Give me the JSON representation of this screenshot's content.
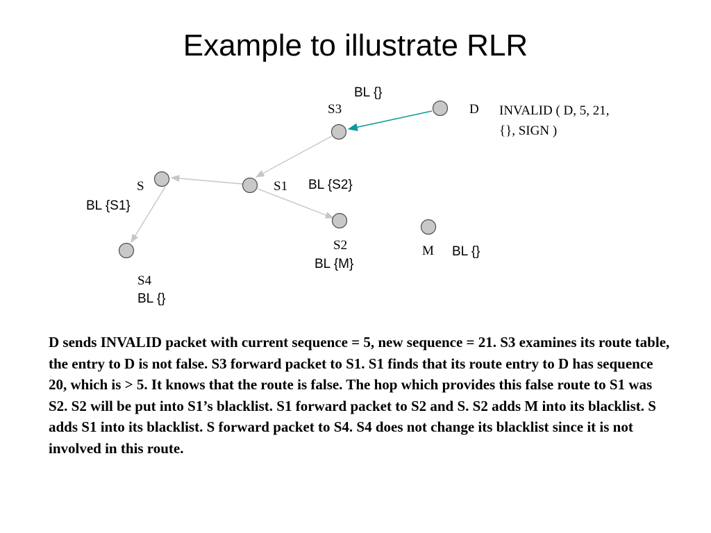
{
  "title": "Example to illustrate RLR",
  "nodes": {
    "S3": {
      "label": "S3",
      "blacklist": "BL {}"
    },
    "D": {
      "label": "D"
    },
    "S": {
      "label": "S",
      "blacklist": "BL {S1}"
    },
    "S1": {
      "label": "S1",
      "blacklist": "BL {S2}"
    },
    "S2": {
      "label": "S2",
      "blacklist": "BL {M}"
    },
    "M": {
      "label": "M",
      "blacklist": "BL {}"
    },
    "S4": {
      "label": "S4",
      "blacklist": "BL {}"
    }
  },
  "invalid_message": [
    "INVALID ( D, 5, 21,",
    "{}, SIGN )"
  ],
  "edges": [
    {
      "from": "D",
      "to": "S3",
      "style": "active"
    },
    {
      "from": "S3",
      "to": "S1",
      "style": "normal"
    },
    {
      "from": "S1",
      "to": "S",
      "style": "normal"
    },
    {
      "from": "S1",
      "to": "S2",
      "style": "normal"
    },
    {
      "from": "S",
      "to": "S4",
      "style": "normal"
    }
  ],
  "colors": {
    "active_edge": "#0e9a9a",
    "edge": "#c6c6c6",
    "node_fill": "#c8c8c8"
  },
  "explanation": "D sends INVALID packet with current sequence = 5, new sequence = 21. S3 examines its route table, the entry to D is not false. S3 forward packet to S1. S1 finds that its route entry to D has sequence 20, which is > 5. It knows that the route is false. The hop which provides this false route to S1 was S2. S2 will be put into S1’s blacklist. S1 forward packet to S2 and S. S2 adds M into its blacklist. S adds S1 into its blacklist. S forward packet to S4. S4 does not change its blacklist since it is not involved in this route."
}
